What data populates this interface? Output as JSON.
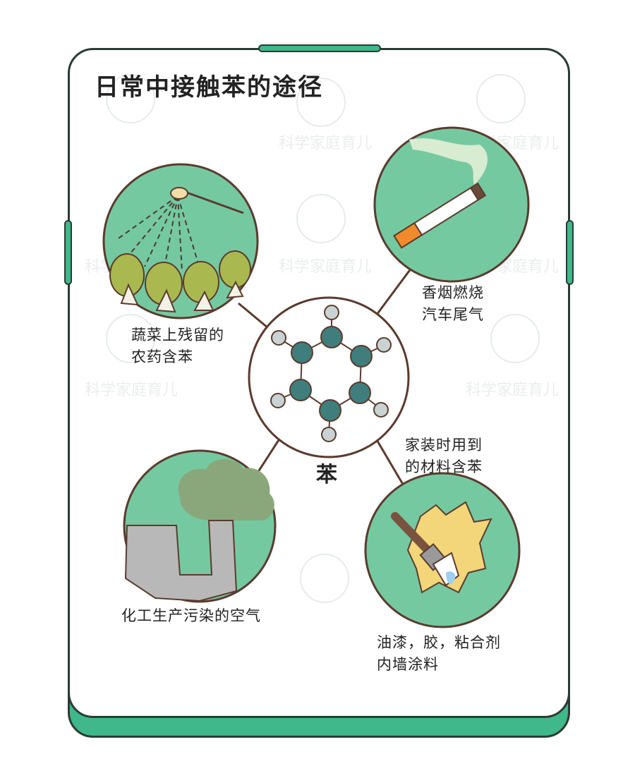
{
  "title": "日常中接触苯的途径",
  "center": "苯",
  "sources": {
    "vegetables": [
      "蔬菜上残留的",
      "农药含苯"
    ],
    "smoke": [
      "香烟燃烧",
      "汽车尾气"
    ],
    "decoration": [
      "家装时用到",
      "的材料含苯"
    ],
    "factory": [
      "化工生产污染的空气"
    ],
    "paint": [
      "油漆，胶，粘合剂",
      "内墙涂料"
    ]
  },
  "watermark": "科学家庭育儿",
  "colors": {
    "accent": "#3fb88b",
    "circle_fill": "#75c9a1",
    "outline": "#5a3b2e"
  }
}
